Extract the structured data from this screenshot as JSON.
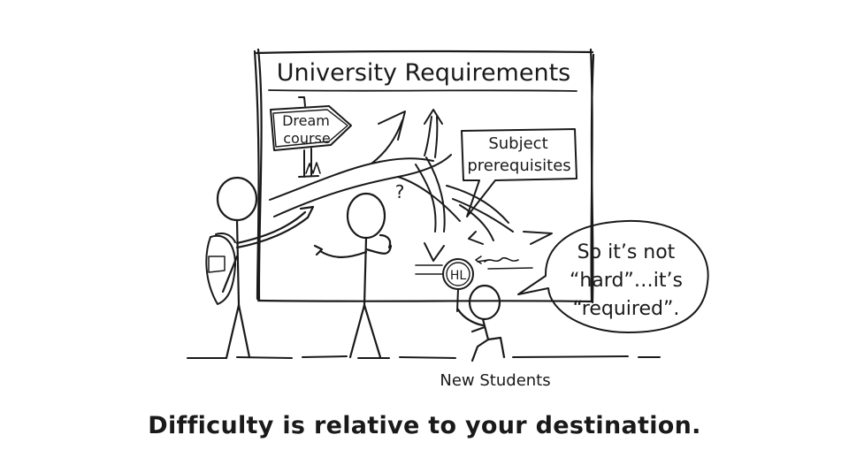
{
  "board": {
    "title": "University Requirements"
  },
  "signpost": {
    "line1": "Dream",
    "line2": "course"
  },
  "callout_box": {
    "line1": "Subject",
    "line2": "prerequisites"
  },
  "magnifier": {
    "label": "HL"
  },
  "speech_bubble": {
    "line1": "So it’s not",
    "line2": "“hard”…it’s",
    "line3": "“required”."
  },
  "thought": {
    "symbol": "?"
  },
  "figure_label": "New Students",
  "caption": "Difficulty is relative to your destination."
}
